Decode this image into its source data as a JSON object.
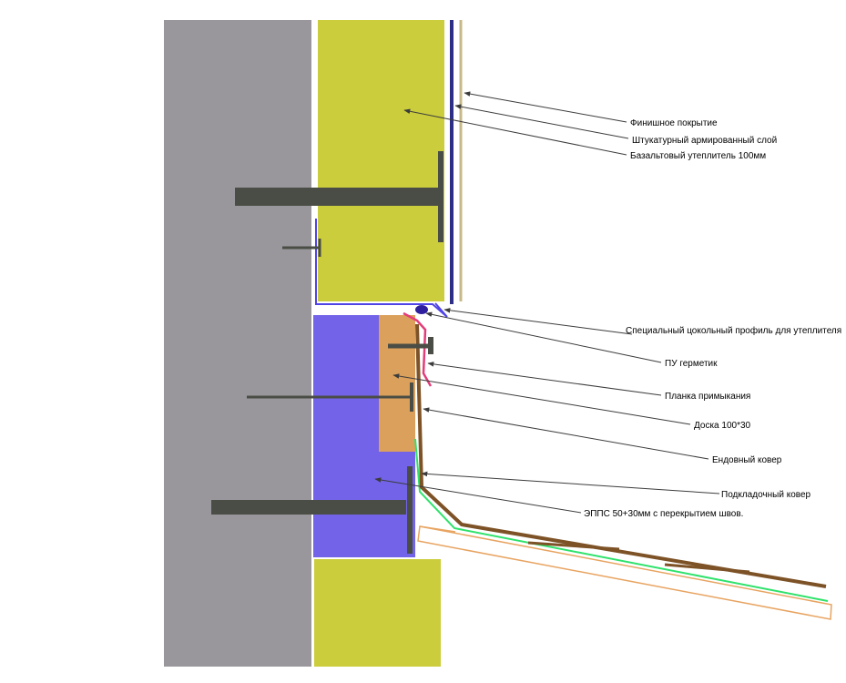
{
  "labels": {
    "finish": "Финишное покрытие",
    "plaster": "Штукатурный армированный слой",
    "basalt": "Базальтовый утеплитель 100мм",
    "profile": "Специальный цокольный профиль для утеплителя",
    "sealant": "ПУ герметик",
    "flashing": "Планка примыкания",
    "board": "Доска 100*30",
    "valley": "Ендовный ковер",
    "underlay": "Подкладочный ковер",
    "xps": "ЭППС 50+30мм с перекрытием швов."
  },
  "colors": {
    "wall": "#99979c",
    "basalt_wool": "#cbcd3c",
    "xps": "#7263e8",
    "board": "#dba05c",
    "plaster_line": "#2d2f86",
    "finish_line": "#c7b987",
    "profile": "#4f44e6",
    "sealant": "#2e1f9e",
    "flashing": "#e33c78",
    "valley_carpet": "#7d5226",
    "underlay_carpet": "#2fe26b",
    "roof_deck": "#e8a461",
    "fastener": "#4a4d45",
    "leader": "#3c3c3c"
  }
}
